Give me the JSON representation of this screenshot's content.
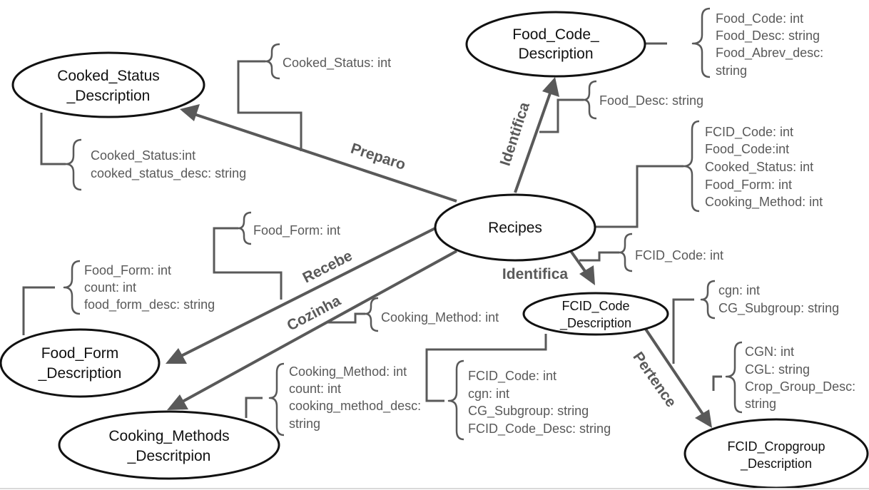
{
  "entities": {
    "cooked_status": [
      "Cooked_Status",
      "_Description"
    ],
    "food_code": [
      "Food_Code_",
      "Description"
    ],
    "recipes": [
      "Recipes"
    ],
    "food_form": [
      "Food_Form",
      "_Description"
    ],
    "cooking_methods": [
      "Cooking_Methods",
      "_Descritpion"
    ],
    "fcid_code": [
      "FCID_Code",
      "_Description"
    ],
    "fcid_cropgroup": [
      "FCID_Cropgroup",
      "_Description"
    ]
  },
  "relationships": {
    "preparo": "Preparo",
    "identifica_top": "Identifica",
    "recebe": "Recebe",
    "cozinha": "Cozinha",
    "identifica_bottom": "Identifica",
    "pertence": "Pertence"
  },
  "attributes": {
    "cooked_status_fk": [
      "Cooked_Status: int"
    ],
    "cooked_status_table": [
      "Cooked_Status:int",
      "cooked_status_desc: string"
    ],
    "food_code_table": [
      "Food_Code: int",
      "Food_Desc: string",
      "Food_Abrev_desc:",
      "string"
    ],
    "food_desc_fk": [
      "Food_Desc: string"
    ],
    "recipes_table": [
      "FCID_Code: int",
      "Food_Code:int",
      "Cooked_Status: int",
      "Food_Form: int",
      "Cooking_Method: int"
    ],
    "fcid_code_fk": [
      "FCID_Code: int"
    ],
    "food_form_fk": [
      "Food_Form: int"
    ],
    "food_form_table": [
      "Food_Form: int",
      "count: int",
      "food_form_desc: string"
    ],
    "cooking_method_fk": [
      "Cooking_Method: int"
    ],
    "cooking_methods_table": [
      "Cooking_Method: int",
      "count: int",
      "cooking_method_desc:",
      "string"
    ],
    "fcid_code_table": [
      "FCID_Code: int",
      "cgn: int",
      "CG_Subgroup: string",
      "FCID_Code_Desc: string"
    ],
    "cgn_fk": [
      "cgn: int",
      "CG_Subgroup: string"
    ],
    "fcid_cropgroup_table": [
      "CGN: int",
      "CGL: string",
      "Crop_Group_Desc:",
      "string"
    ]
  }
}
